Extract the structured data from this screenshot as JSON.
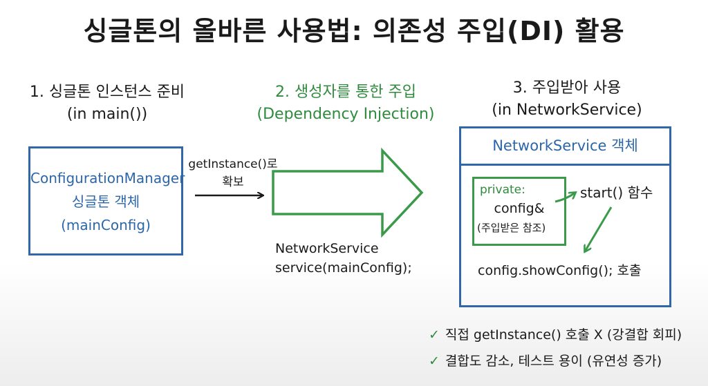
{
  "title": "싱글톤의 올바른 사용법: 의존성 주입(DI) 활용",
  "step1": {
    "heading_line1": "1. 싱글톤 인스턴스 준비",
    "heading_line2": "(in main())",
    "box_line1": "ConfigurationManager",
    "box_line2": "싱글톤 객체",
    "box_line3": "(mainConfig)"
  },
  "arrow_label": {
    "line1": "getInstance()로",
    "line2": "확보"
  },
  "step2": {
    "heading_line1": "2. 생성자를 통한 주입",
    "heading_line2": "(Dependency Injection)",
    "code_line1": "NetworkService",
    "code_line2": "service(mainConfig);"
  },
  "step3": {
    "heading_line1": "3. 주입받아 사용",
    "heading_line2": "(in NetworkService)",
    "header": "NetworkService 객체",
    "private_label": "private:",
    "member_name": "config&",
    "member_note": "(주입받은 참조)",
    "method": "start() 함수",
    "call": "config.showConfig(); 호출"
  },
  "benefits": [
    "직접 getInstance() 호출 X (강결합 회피)",
    "결합도 감소, 테스트 용이 (유연성 증가)"
  ],
  "colors": {
    "blue": "#2f67a8",
    "green": "#3a9a4a",
    "text": "#1a1a1a"
  }
}
